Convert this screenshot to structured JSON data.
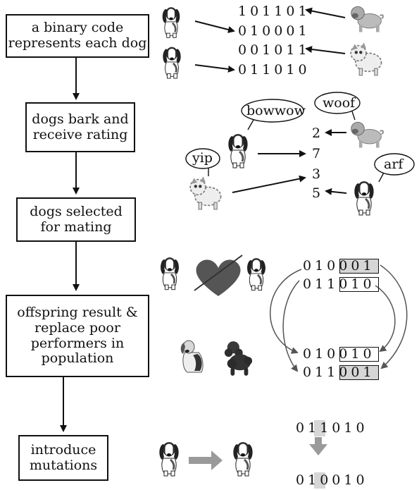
{
  "steps": [
    {
      "label": "a binary code\nrepresents each dog"
    },
    {
      "label": "dogs bark and\nreceive rating"
    },
    {
      "label": "dogs selected\nfor mating"
    },
    {
      "label": "offspring result &\nreplace poor\nperformers in\npopulation"
    },
    {
      "label": "introduce\nmutations"
    }
  ],
  "encoding": {
    "codes": [
      "101101",
      "010001",
      "001011",
      "011010"
    ]
  },
  "barking": {
    "sounds": [
      "bowwow",
      "woof",
      "yip",
      "arf"
    ],
    "ratings": [
      "2",
      "7",
      "3",
      "5"
    ]
  },
  "mating": {
    "parents": [
      "010|001",
      "011|010"
    ],
    "offspring": [
      "010|010",
      "011|001"
    ]
  },
  "mutation": {
    "before": [
      "01",
      "1",
      "010"
    ],
    "after": [
      "01",
      "0",
      "010"
    ]
  },
  "colors": {
    "line": "#111111",
    "highlight": "#d6d6d6",
    "mutation_arrow": "#9a9a9a",
    "heart": "#555555"
  }
}
